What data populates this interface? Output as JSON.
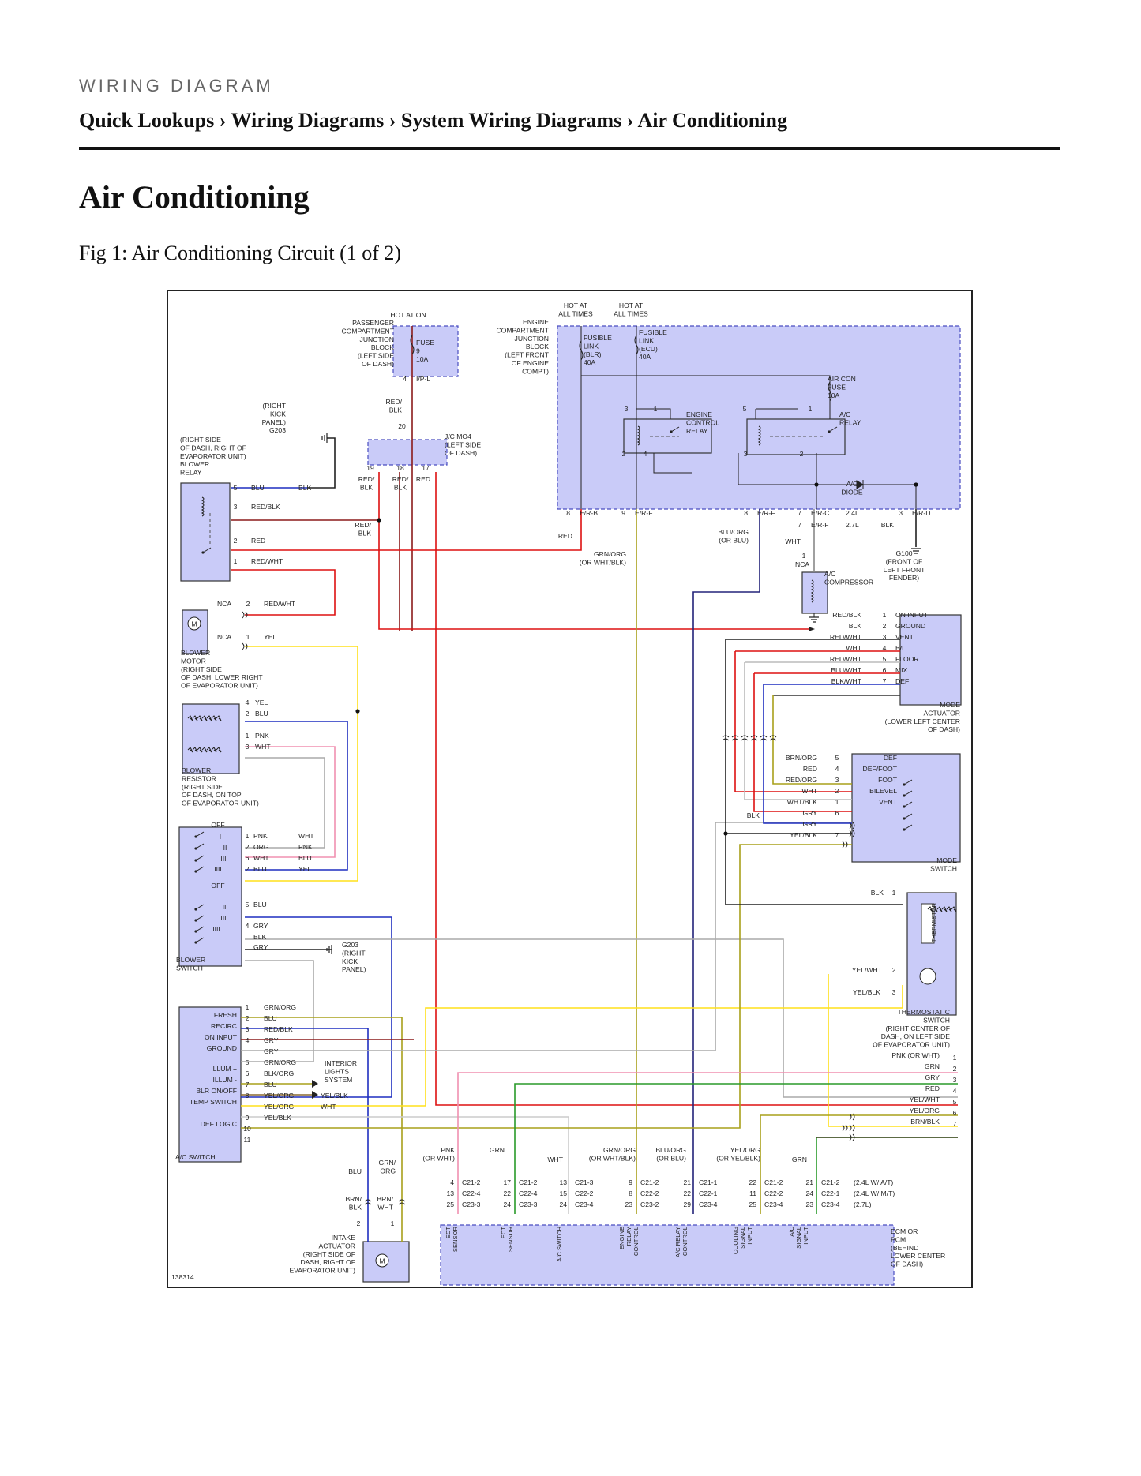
{
  "header": {
    "kicker": "WIRING DIAGRAM",
    "breadcrumb": [
      "Quick Lookups",
      "Wiring Diagrams",
      "System Wiring Diagrams",
      "Air Conditioning"
    ],
    "separator": "›"
  },
  "page_title": "Air Conditioning",
  "figure_caption": "Fig 1: Air Conditioning Circuit (1 of 2)",
  "diagram": {
    "figure_id": "138314",
    "colors": {
      "component_fill": "#c9cbf8",
      "component_stroke": "#4a4ec0",
      "red": "#dd1111",
      "darkred": "#8b1a1a",
      "blue": "#1f2fc0",
      "navy": "#23237a",
      "yellow": "#ffe01a",
      "olive": "#a8a01a",
      "green": "#2a9a2a",
      "pink": "#f090b0",
      "gray": "#bbbbbb",
      "black": "#222222",
      "brown": "#8a6a30",
      "orange": "#e08a10"
    },
    "hot_labels": {
      "hot_on": "HOT AT ON",
      "hot_all_1": [
        "HOT AT",
        "ALL TIMES"
      ],
      "hot_all_2": [
        "HOT AT",
        "ALL TIMES"
      ]
    },
    "pcjb": {
      "label": [
        "PASSENGER",
        "COMPARTMENT",
        "JUNCTION",
        "BLOCK",
        "(LEFT SIDE",
        "OF DASH)"
      ],
      "fuse": [
        "FUSE",
        "9",
        "10A"
      ],
      "pin": "4",
      "conn": "I/P-L"
    },
    "ecjb": {
      "label": [
        "ENGINE",
        "COMPARTMENT",
        "JUNCTION",
        "BLOCK",
        "(LEFT FRONT",
        "OF ENGINE",
        "COMPT)"
      ],
      "fusible_blr": [
        "FUSIBLE",
        "LINK",
        "(BLR)",
        "40A"
      ],
      "fusible_ecu": [
        "FUSIBLE",
        "LINK",
        "(ECU)",
        "40A"
      ],
      "aircon_fuse": [
        "AIR CON",
        "FUSE",
        "10A"
      ],
      "ecr": [
        "ENGINE",
        "CONTROL",
        "RELAY"
      ],
      "ac_relay": [
        "A/C",
        "RELAY"
      ],
      "diode": [
        "A/C",
        "DIODE"
      ],
      "ecr_pins": [
        "3",
        "1",
        "2",
        "4"
      ],
      "acr_pins": [
        "5",
        "1",
        "3",
        "2"
      ],
      "out_pins": [
        {
          "pin": "8",
          "conn": "E/R-B"
        },
        {
          "pin": "9",
          "conn": "E/R-F"
        },
        {
          "pin": "8",
          "conn": "E/R-F"
        },
        {
          "pin": "7",
          "conn": "E/R-C",
          "note": "2.4L"
        },
        {
          "pin": "7",
          "conn": "E/R-F",
          "note": "2.7L"
        },
        {
          "pin": "3",
          "conn": "E/R-D"
        }
      ]
    },
    "g203_top": [
      "(RIGHT",
      "KICK",
      "PANEL)",
      "G203"
    ],
    "jc_mo4": {
      "label": [
        "J/C MO4",
        "(LEFT SIDE",
        "OF DASH)"
      ],
      "pins": [
        "20",
        "19",
        "18",
        "17"
      ]
    },
    "g100": [
      "G100",
      "(FRONT OF",
      "LEFT FRONT",
      "FENDER)"
    ],
    "ac_compressor": [
      "A/C",
      "COMPRESSOR"
    ],
    "blower_relay": {
      "label": [
        "(RIGHT SIDE",
        "OF DASH, RIGHT OF",
        "EVAPORATOR UNIT)",
        "BLOWER",
        "RELAY"
      ],
      "pins": [
        {
          "pin": "5",
          "wire": "BLU",
          "wire2": "BLK"
        },
        {
          "pin": "3",
          "wire": "RED/BLK"
        },
        {
          "pin": "2",
          "wire": "RED"
        },
        {
          "pin": "1",
          "wire": "RED/WHT"
        }
      ]
    },
    "blower_motor": {
      "label": [
        "BLOWER",
        "MOTOR",
        "(RIGHT SIDE",
        "OF DASH, LOWER RIGHT",
        "OF EVAPORATOR UNIT)"
      ],
      "pins": [
        {
          "nca": "NCA",
          "pin": "2",
          "wire": "RED/WHT"
        },
        {
          "nca": "NCA",
          "pin": "1",
          "wire": "YEL"
        }
      ]
    },
    "blower_resistor": {
      "label": [
        "BLOWER",
        "RESISTOR",
        "(RIGHT SIDE",
        "OF DASH, ON TOP",
        "OF EVAPORATOR UNIT)"
      ],
      "pins": [
        {
          "pin": "4",
          "wire": "YEL"
        },
        {
          "pin": "2",
          "wire": "BLU"
        },
        {
          "pin": "1",
          "wire": "PNK"
        },
        {
          "pin": "3",
          "wire": "WHT"
        }
      ]
    },
    "blower_switch": {
      "label": [
        "BLOWER",
        "SWITCH"
      ],
      "positions_top": [
        "OFF",
        "I",
        "II",
        "III",
        "IIII"
      ],
      "positions_bottom": [
        "OFF",
        "I",
        "II",
        "III",
        "IIII"
      ],
      "pins": [
        {
          "pin": "1",
          "wire": "PNK",
          "out": "WHT"
        },
        {
          "pin": "2",
          "wire": "ORG",
          "out": "PNK"
        },
        {
          "pin": "6",
          "wire": "WHT",
          "out": "BLU"
        },
        {
          "pin": "2",
          "wire": "BLU",
          "out": "YEL"
        },
        {
          "pin": "5",
          "wire": "BLU"
        },
        {
          "pin": "4",
          "wire": "GRY"
        },
        {
          "pin": "",
          "wire": "BLK"
        },
        {
          "pin": "",
          "wire": "GRY"
        }
      ],
      "ground": [
        "G203",
        "(RIGHT",
        "KICK",
        "PANEL)"
      ]
    },
    "ac_switch": {
      "label": "A/C SWITCH",
      "functions": [
        "FRESH",
        "RECIRC",
        "ON INPUT",
        "GROUND",
        "ILLUM +",
        "ILLUM -",
        "BLR ON/OFF",
        "TEMP SWITCH",
        "DEF LOGIC"
      ],
      "pins": [
        {
          "pin": "1",
          "wire": "GRN/ORG"
        },
        {
          "pin": "2",
          "wire": "BLU"
        },
        {
          "pin": "3",
          "wire": "RED/BLK"
        },
        {
          "pin": "4",
          "wire": "GRY"
        },
        {
          "pin": "",
          "wire": "GRY"
        },
        {
          "pin": "5",
          "wire": "GRN/ORG"
        },
        {
          "pin": "6",
          "wire": "BLK/ORG"
        },
        {
          "pin": "7",
          "wire": "BLU"
        },
        {
          "pin": "8",
          "wire": "YEL/ORG",
          "wire2": "YEL/BLK"
        },
        {
          "pin": "",
          "wire": "YEL/ORG",
          "wire2": "WHT"
        },
        {
          "pin": "9",
          "wire": "YEL/BLK"
        },
        {
          "pin": "10",
          "wire": ""
        },
        {
          "pin": "11",
          "wire": ""
        }
      ],
      "interior_lights": [
        "INTERIOR",
        "LIGHTS",
        "SYSTEM"
      ]
    },
    "intake_actuator": {
      "label": [
        "INTAKE",
        "ACTUATOR",
        "(RIGHT SIDE OF",
        "DASH, RIGHT OF",
        "EVAPORATOR UNIT)"
      ],
      "wires_top": [
        "BLU",
        "GRN/",
        "ORG"
      ],
      "wires_bottom": [
        "BRN/",
        "BLK",
        "BRN/",
        "WHT"
      ],
      "pins": [
        "2",
        "1"
      ]
    },
    "mode_actuator": {
      "label": [
        "MODE",
        "ACTUATOR",
        "(LOWER LEFT CENTER",
        "OF DASH)"
      ],
      "rows": [
        {
          "wire": "RED/BLK",
          "pin": "1",
          "func": "ON INPUT"
        },
        {
          "wire": "BLK",
          "pin": "2",
          "func": "GROUND"
        },
        {
          "wire": "RED/WHT",
          "pin": "3",
          "func": "VENT"
        },
        {
          "wire": "WHT",
          "pin": "4",
          "func": "B/L"
        },
        {
          "wire": "RED/WHT",
          "pin": "5",
          "func": "FLOOR"
        },
        {
          "wire": "BLU/WHT",
          "pin": "6",
          "func": "MIX"
        },
        {
          "wire": "BLK/WHT",
          "pin": "7",
          "func": "DEF"
        }
      ]
    },
    "mode_switch": {
      "label": [
        "MODE",
        "SWITCH"
      ],
      "rows": [
        {
          "wire": "BRN/ORG",
          "pin": "5",
          "func": "DEF"
        },
        {
          "wire": "RED",
          "pin": "4",
          "func": "DEF/FOOT"
        },
        {
          "wire": "RED/ORG",
          "pin": "3",
          "func": "FOOT"
        },
        {
          "wire": "WHT",
          "pin": "2",
          "func": "BILEVEL"
        },
        {
          "wire": "WHT/BLK",
          "pin": "1",
          "func": "VENT"
        },
        {
          "wire": "GRY",
          "pin": "6",
          "func": ""
        },
        {
          "wire": "GRY",
          "pin": "",
          "func": ""
        },
        {
          "wire": "YEL/BLK",
          "pin": "7",
          "func": ""
        }
      ],
      "blk": "BLK"
    },
    "thermostatic_switch": {
      "label": [
        "THERMOSTATIC",
        "SWITCH",
        "(RIGHT CENTER OF",
        "DASH, ON LEFT SIDE",
        "OF EVAPORATOR UNIT)"
      ],
      "thermistor": "THERMISTOR",
      "rows": [
        {
          "wire": "BLK",
          "pin": "1"
        },
        {
          "wire": "YEL/WHT",
          "pin": "2"
        },
        {
          "wire": "YEL/BLK",
          "pin": "3"
        }
      ]
    },
    "right_bus": [
      {
        "wire": "PNK (OR WHT)",
        "pin": "1"
      },
      {
        "wire": "GRN",
        "pin": "2"
      },
      {
        "wire": "GRY",
        "pin": "3"
      },
      {
        "wire": "RED",
        "pin": "4"
      },
      {
        "wire": "YEL/WHT",
        "pin": "5"
      },
      {
        "wire": "YEL/ORG",
        "pin": "6"
      },
      {
        "wire": "BRN/BLK",
        "pin": "7"
      }
    ],
    "misc_wires": {
      "red_blk": [
        "RED/",
        "BLK"
      ],
      "red": "RED",
      "red_blk2": [
        "RED/",
        "BLK"
      ],
      "jc_wires": [
        "RED/",
        "BLK",
        "RED/",
        "BLK",
        "RED"
      ],
      "grn_org": [
        "GRN/ORG",
        "(OR WHT/BLK)"
      ],
      "blu_org": [
        "BLU/ORG",
        "(OR BLU)"
      ],
      "wht": "WHT",
      "blk": "BLK",
      "nca": "NCA",
      "nca_pin": "1"
    },
    "ecm": {
      "label": [
        "ECM OR",
        "PCM",
        "(BEHIND",
        "LOWER CENTER",
        "OF DASH)"
      ],
      "wire_labels": [
        [
          "PNK",
          "(OR WHT)"
        ],
        [
          "GRN"
        ],
        [
          "WHT"
        ],
        [
          "GRN/ORG",
          "(OR WHT/BLK)"
        ],
        [
          "BLU/ORG",
          "(OR BLU)"
        ],
        [
          "YEL/ORG",
          "(OR YEL/BLK)"
        ],
        [
          "GRN"
        ]
      ],
      "pin_columns": [
        {
          "pins": [
            "4",
            "13",
            "25"
          ],
          "conns": [
            "C21-2",
            "C22-4",
            "C23-3"
          ]
        },
        {
          "pins": [
            "17",
            "22",
            "24"
          ],
          "conns": [
            "C21-2",
            "C22-4",
            "C23-3"
          ]
        },
        {
          "pins": [
            "13",
            "15",
            "24"
          ],
          "conns": [
            "C21-3",
            "C22-2",
            "C23-4"
          ]
        },
        {
          "pins": [
            "9",
            "8",
            "23"
          ],
          "conns": [
            "C21-2",
            "C22-2",
            "C23-2"
          ]
        },
        {
          "pins": [
            "21",
            "22",
            "29"
          ],
          "conns": [
            "C21-1",
            "C22-1",
            "C23-4"
          ]
        },
        {
          "pins": [
            "22",
            "11",
            "25"
          ],
          "conns": [
            "C21-2",
            "C22-2",
            "C23-4"
          ]
        },
        {
          "pins": [
            "21",
            "24",
            "23"
          ],
          "conns": [
            "C21-2",
            "C22-1",
            "C23-4"
          ]
        }
      ],
      "row_notes": [
        "(2.4L W/ A/T)",
        "(2.4L W/ M/T)",
        "(2.7L)"
      ],
      "inputs": [
        [
          "ECT",
          "SENSOR"
        ],
        [
          "ECT",
          "SENSOR"
        ],
        [
          "A/C SWITCH"
        ],
        [
          "ENGINE",
          "RELAY",
          "CONTROL"
        ],
        [
          "A/C RELAY",
          "CONTROL"
        ],
        [
          "COOLING",
          "SIGNAL",
          "INPUT"
        ],
        [
          "A/C",
          "SIGNAL",
          "INPUT"
        ]
      ]
    }
  }
}
